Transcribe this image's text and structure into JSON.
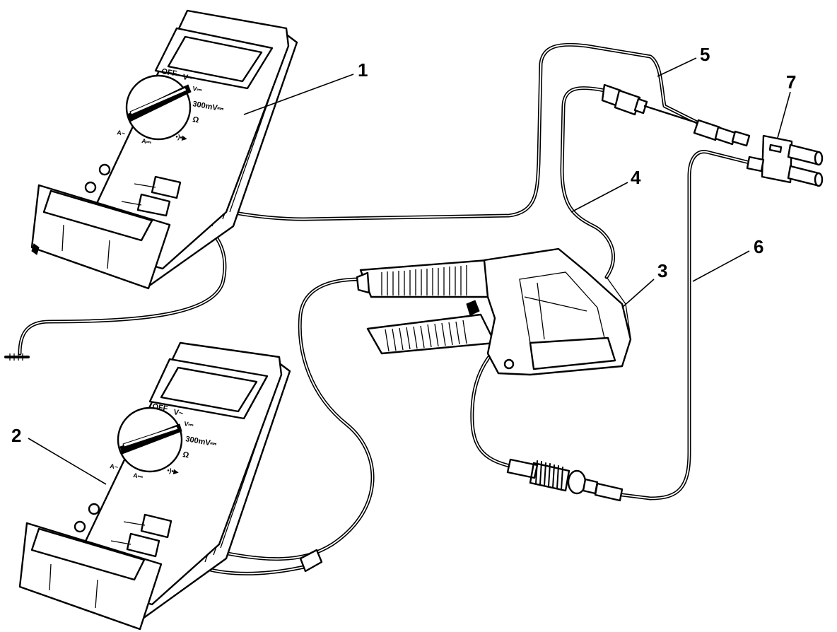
{
  "diagram": {
    "callouts": {
      "c1": "1",
      "c2": "2",
      "c3": "3",
      "c4": "4",
      "c5": "5",
      "c6": "6",
      "c7": "7"
    },
    "meter_top": {
      "off": "OFF",
      "v_ac": "V~",
      "v_dc": "V⎓",
      "mv": "300mV⎓",
      "ohm": "Ω",
      "a_ac": "A~",
      "a_dc": "A⎓",
      "diode": "•)•▶"
    },
    "meter_bottom": {
      "off": "OFF",
      "v_ac": "V~",
      "v_dc": "V⎓",
      "mv": "300mV⎓",
      "ohm": "Ω",
      "a_ac": "A~",
      "a_dc": "A⎓",
      "diode": "•)•▶"
    }
  }
}
